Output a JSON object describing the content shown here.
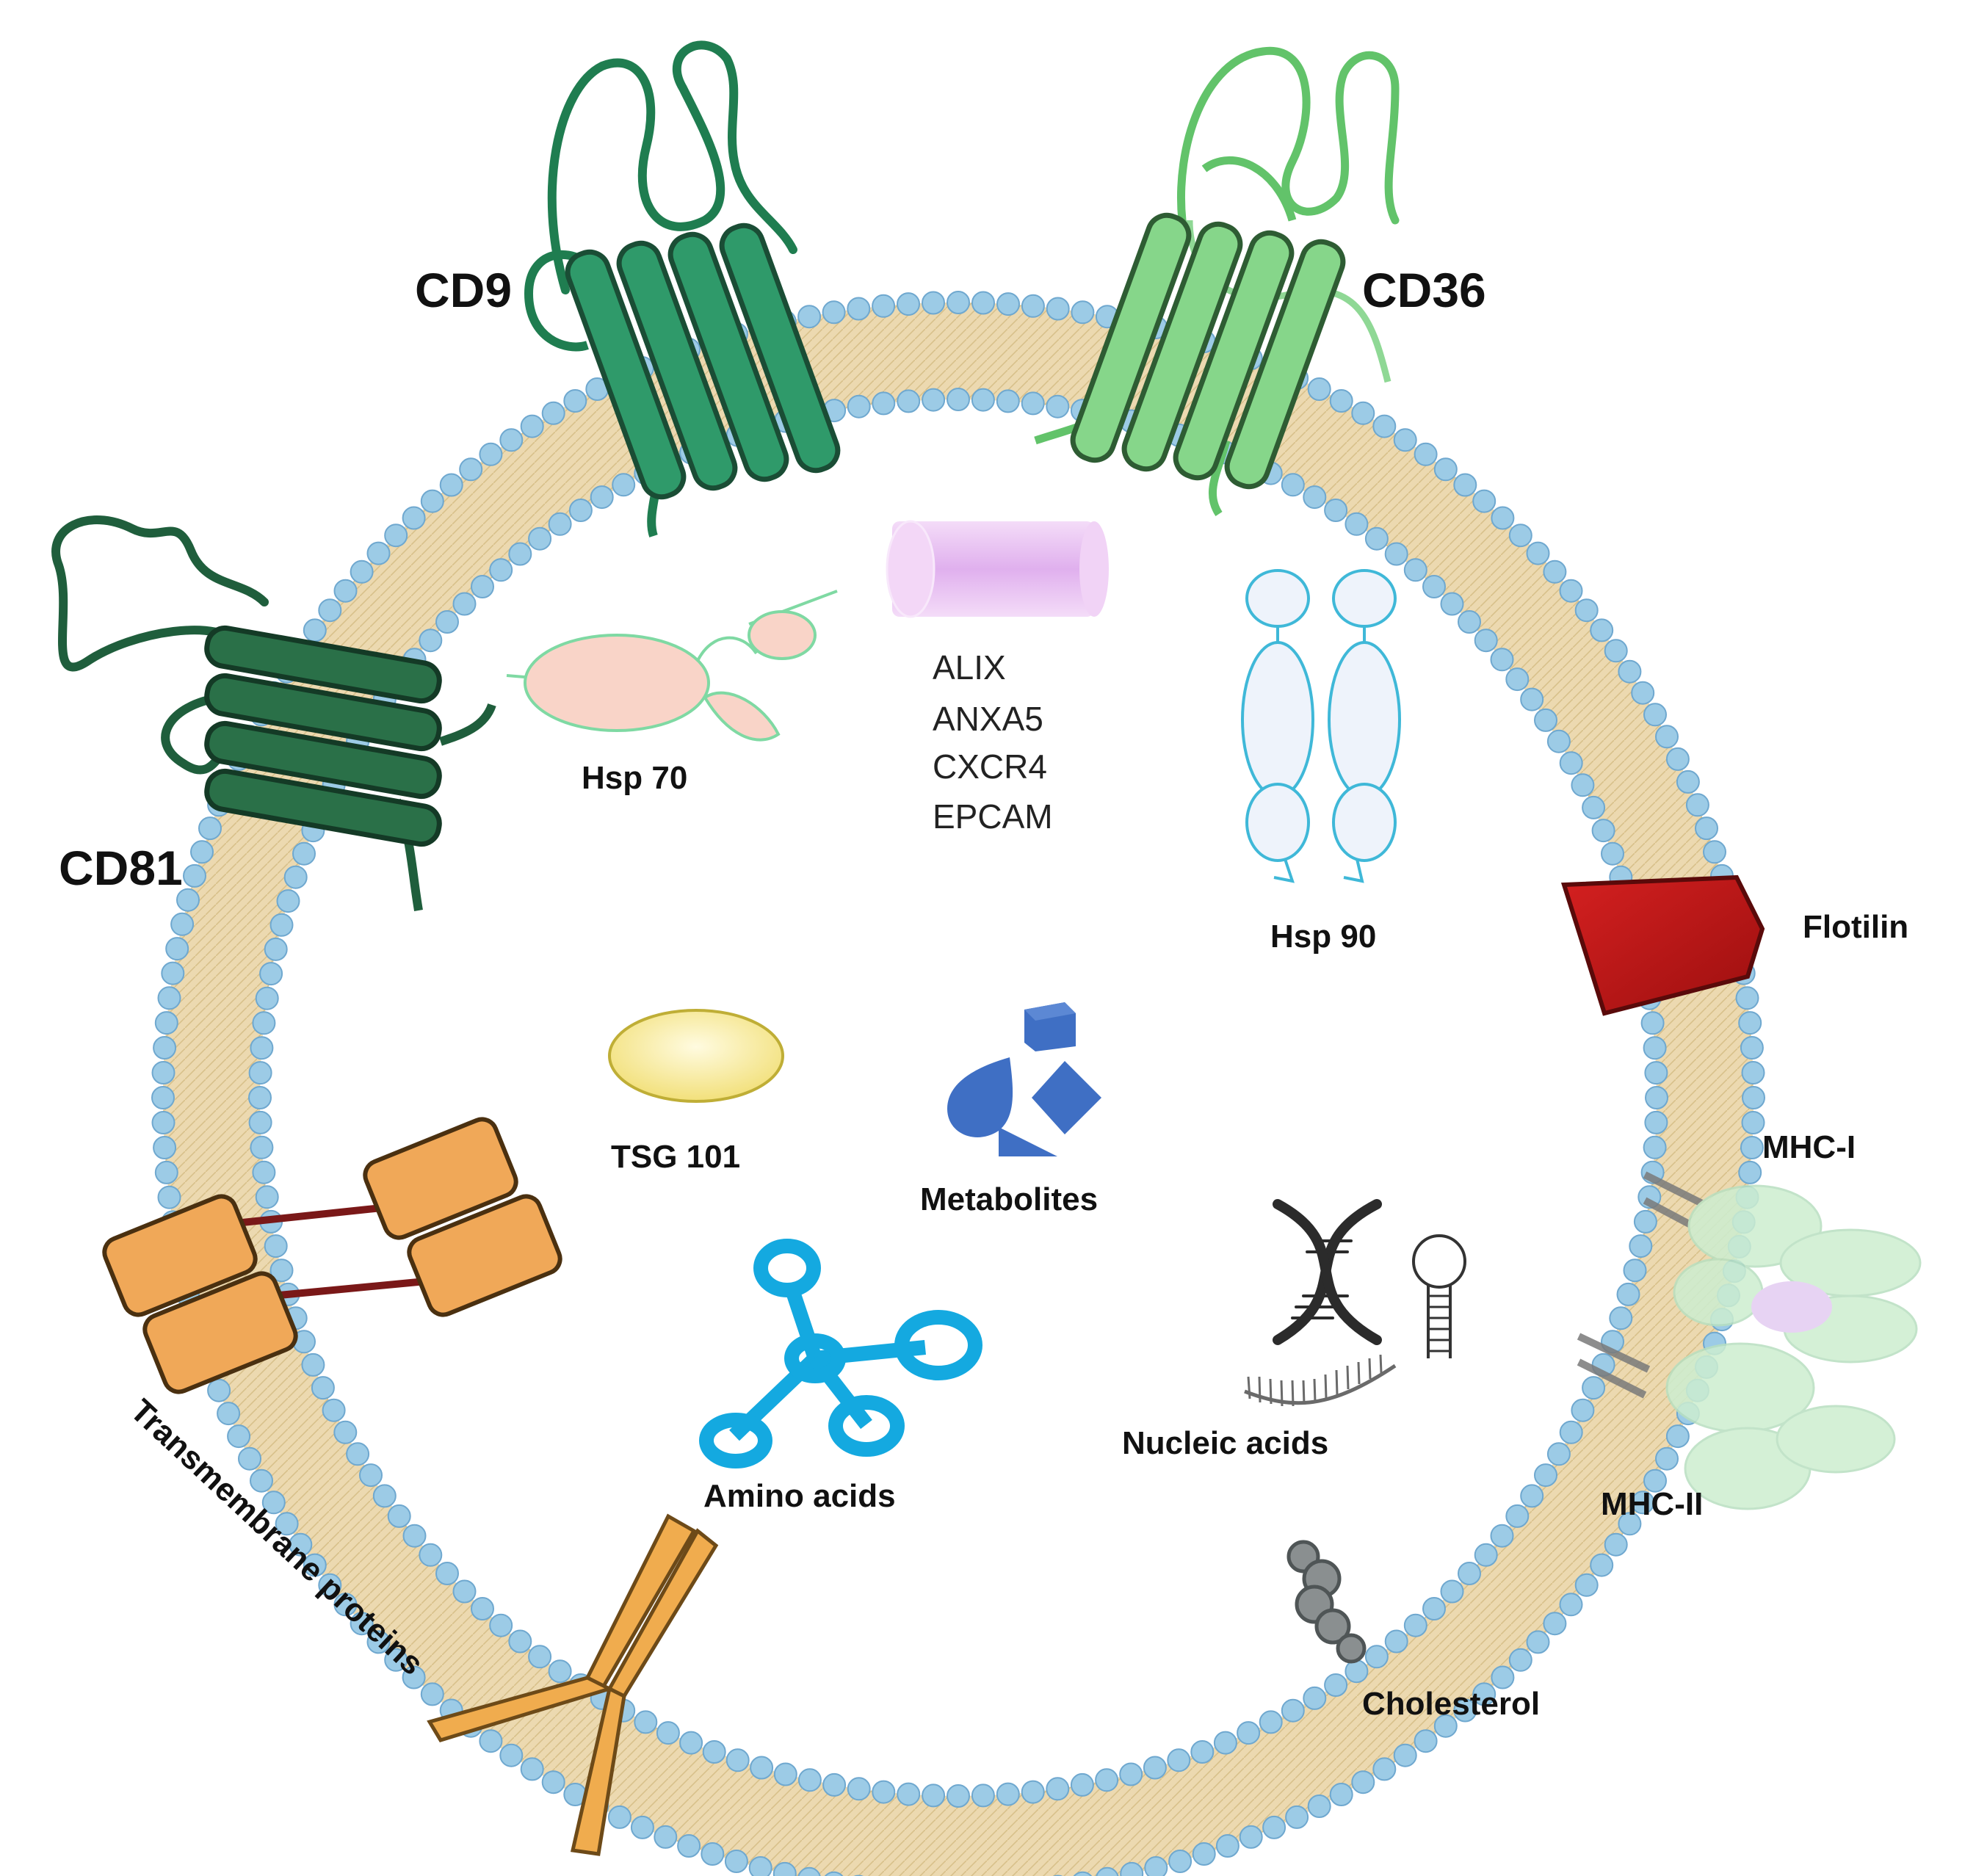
{
  "labels": {
    "cd9": "CD9",
    "cd36": "CD36",
    "cd81": "CD81",
    "hsp70": "Hsp 70",
    "hsp90": "Hsp 90",
    "flotilin": "Flotilin",
    "tsg101": "TSG 101",
    "metabolites": "Metabolites",
    "mhc1": "MHC-I",
    "mhc2": "MHC-II",
    "amino_acids": "Amino acids",
    "nucleic_acids": "Nucleic acids",
    "cholesterol": "Cholesterol",
    "transmembrane": "Transmembrane proteins"
  },
  "cargo_list": [
    "ALIX",
    "ANXA5",
    "CXCR4",
    "EPCAM"
  ],
  "colors": {
    "membrane_tail": "#e8d3a6",
    "lipid_head": "#9ccbe6",
    "lipid_head_stroke": "#6fa8cf",
    "cd9": "#2a8a5f",
    "cd36": "#7fcf84",
    "cd81": "#1f5e3c",
    "flotilin": "#c41a1a",
    "tsg101": "#f6e79a",
    "metabolites": "#3d6fc2",
    "amino_acids": "#14a9e0",
    "transmembrane_orange": "#f0a858",
    "hsp70": "#f8cfc2",
    "hsp90": "#eaf2fb",
    "cylinder": "#e2b6ee"
  }
}
